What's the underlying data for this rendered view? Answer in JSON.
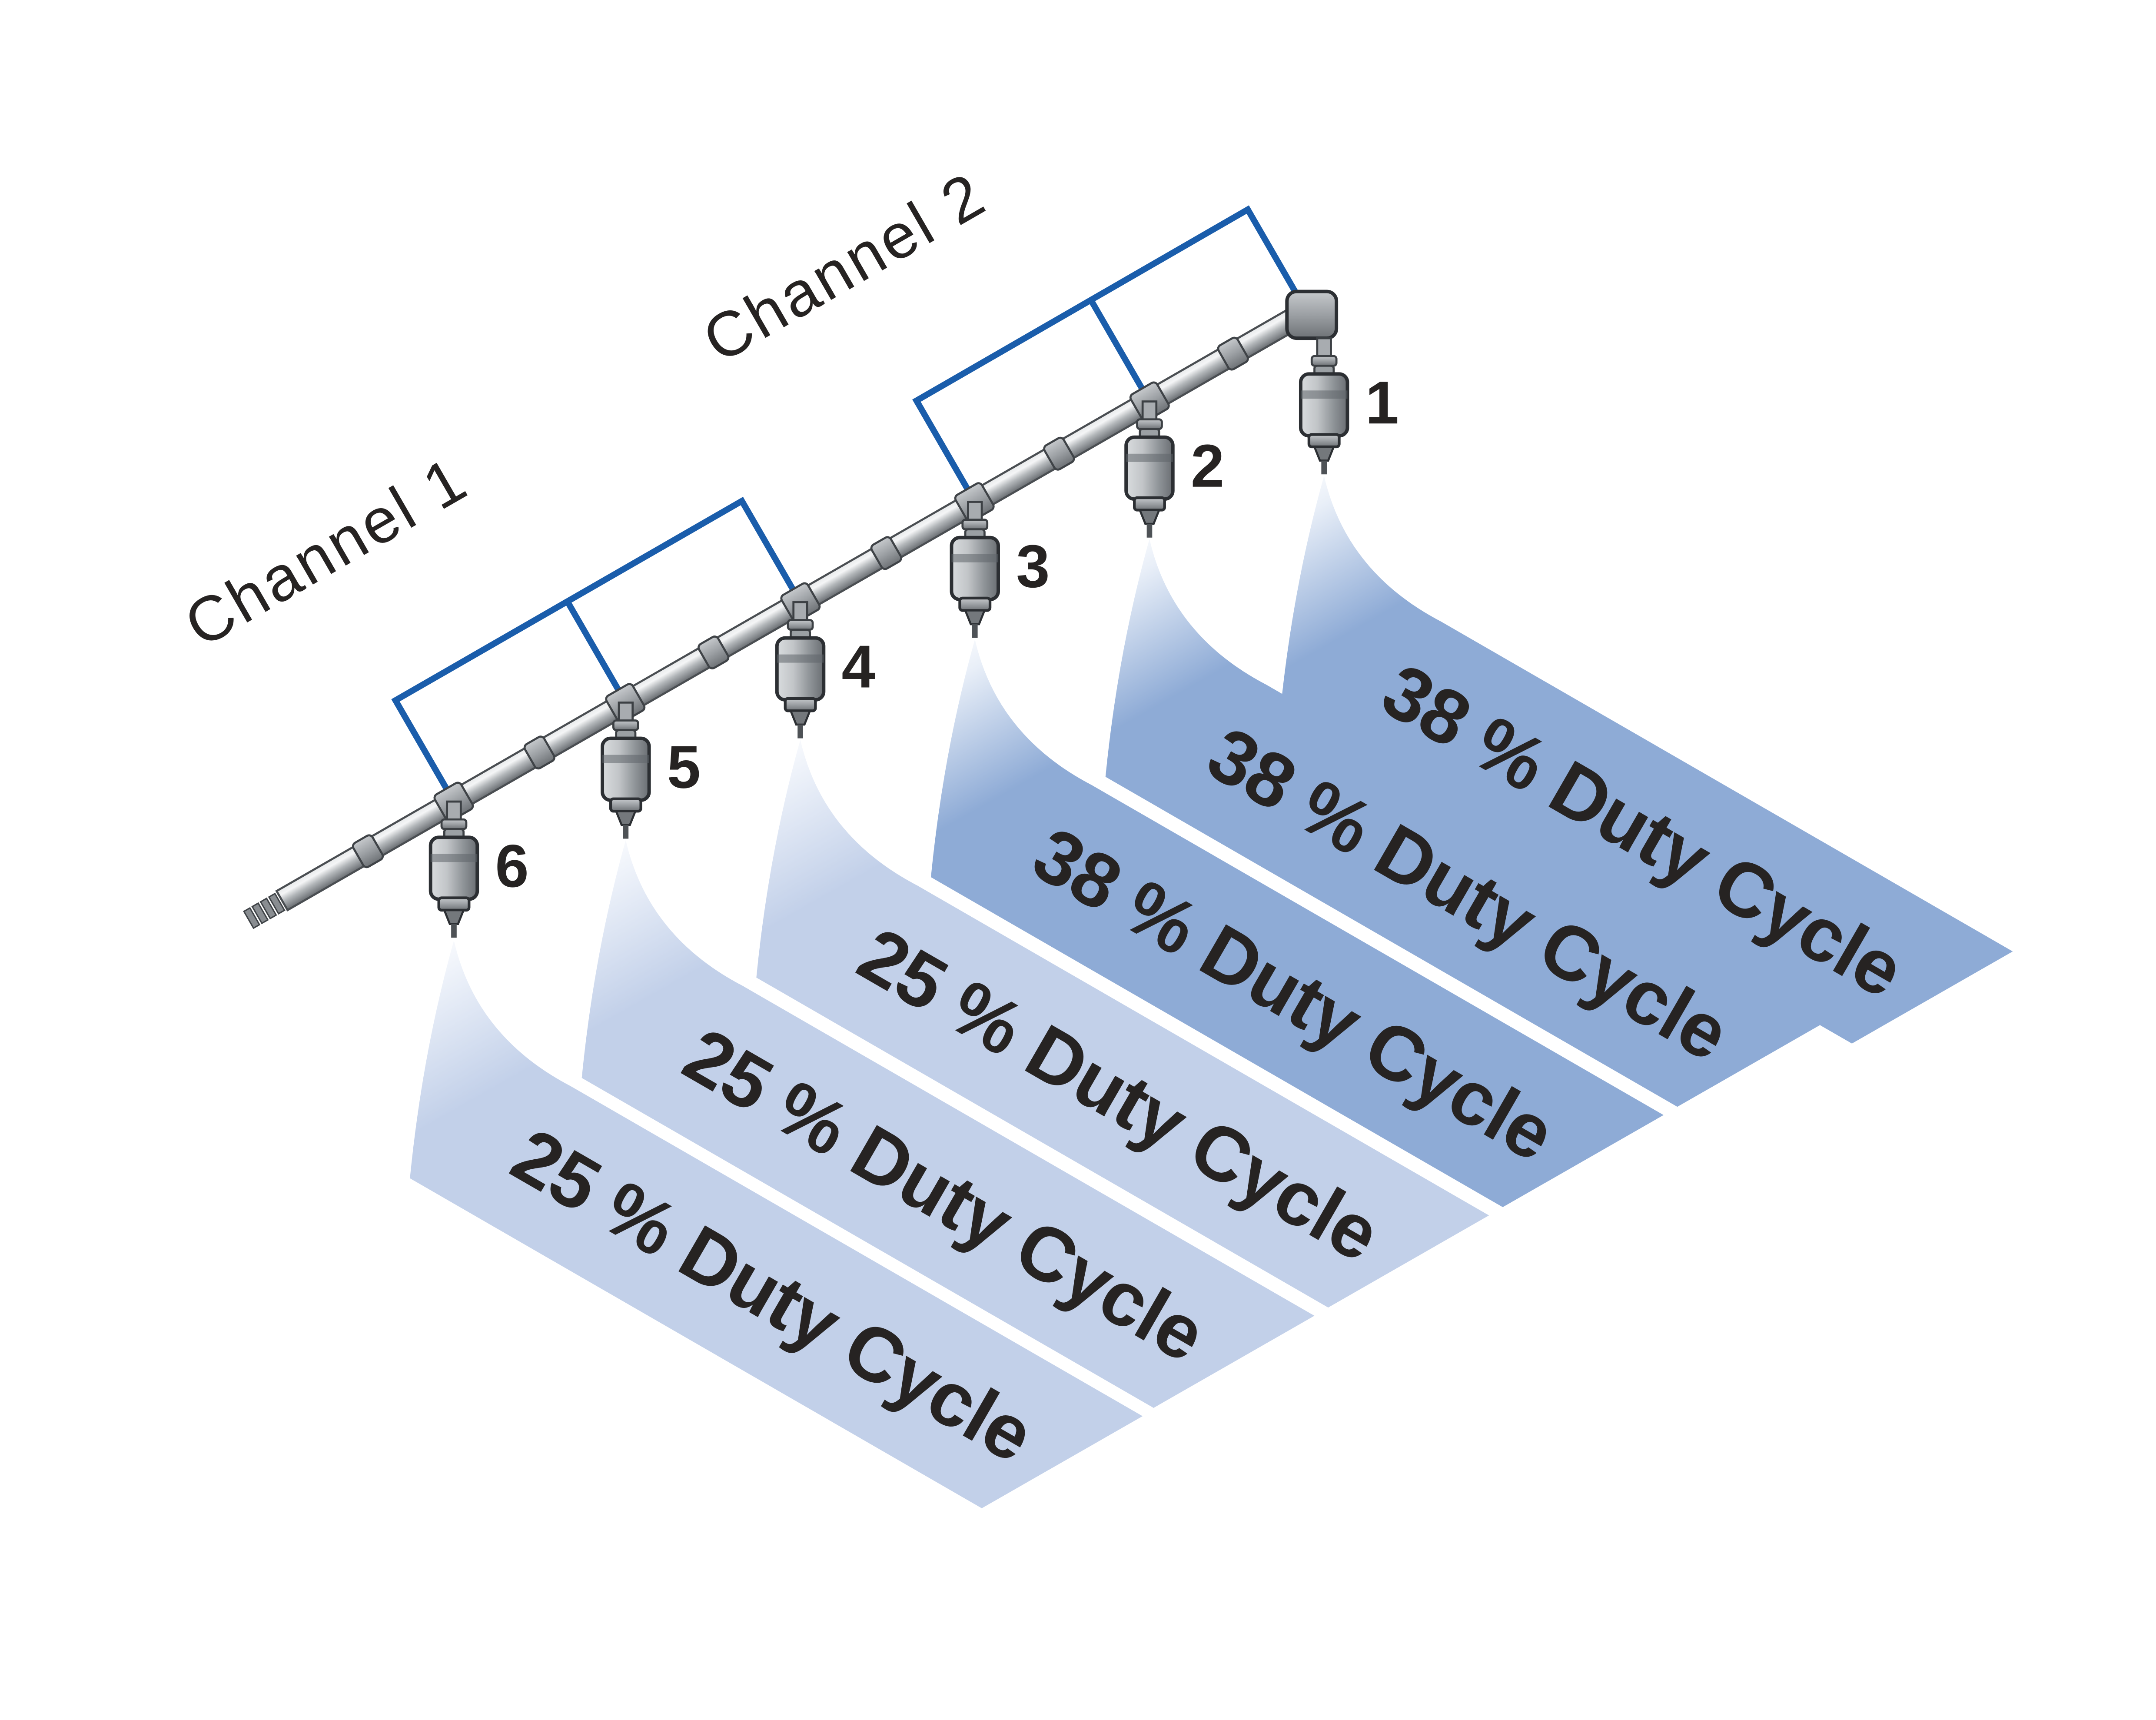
{
  "channels": [
    {
      "label": "Channel 2"
    },
    {
      "label": "Channel 1"
    }
  ],
  "nozzles": [
    {
      "number": "1",
      "duty_cycle": "38 % Duty Cycle"
    },
    {
      "number": "2",
      "duty_cycle": "38 % Duty Cycle"
    },
    {
      "number": "3",
      "duty_cycle": "38 % Duty Cycle"
    },
    {
      "number": "4",
      "duty_cycle": "25 % Duty Cycle"
    },
    {
      "number": "5",
      "duty_cycle": "25 % Duty Cycle"
    },
    {
      "number": "6",
      "duty_cycle": "25 % Duty Cycle"
    }
  ],
  "colors": {
    "duty_38_band": "#8eabd6",
    "duty_25_band": "#c2d0e9",
    "bracket_blue": "#1a5dab",
    "pipe_gray": "#b3b7ba",
    "label_text": "#262322"
  }
}
